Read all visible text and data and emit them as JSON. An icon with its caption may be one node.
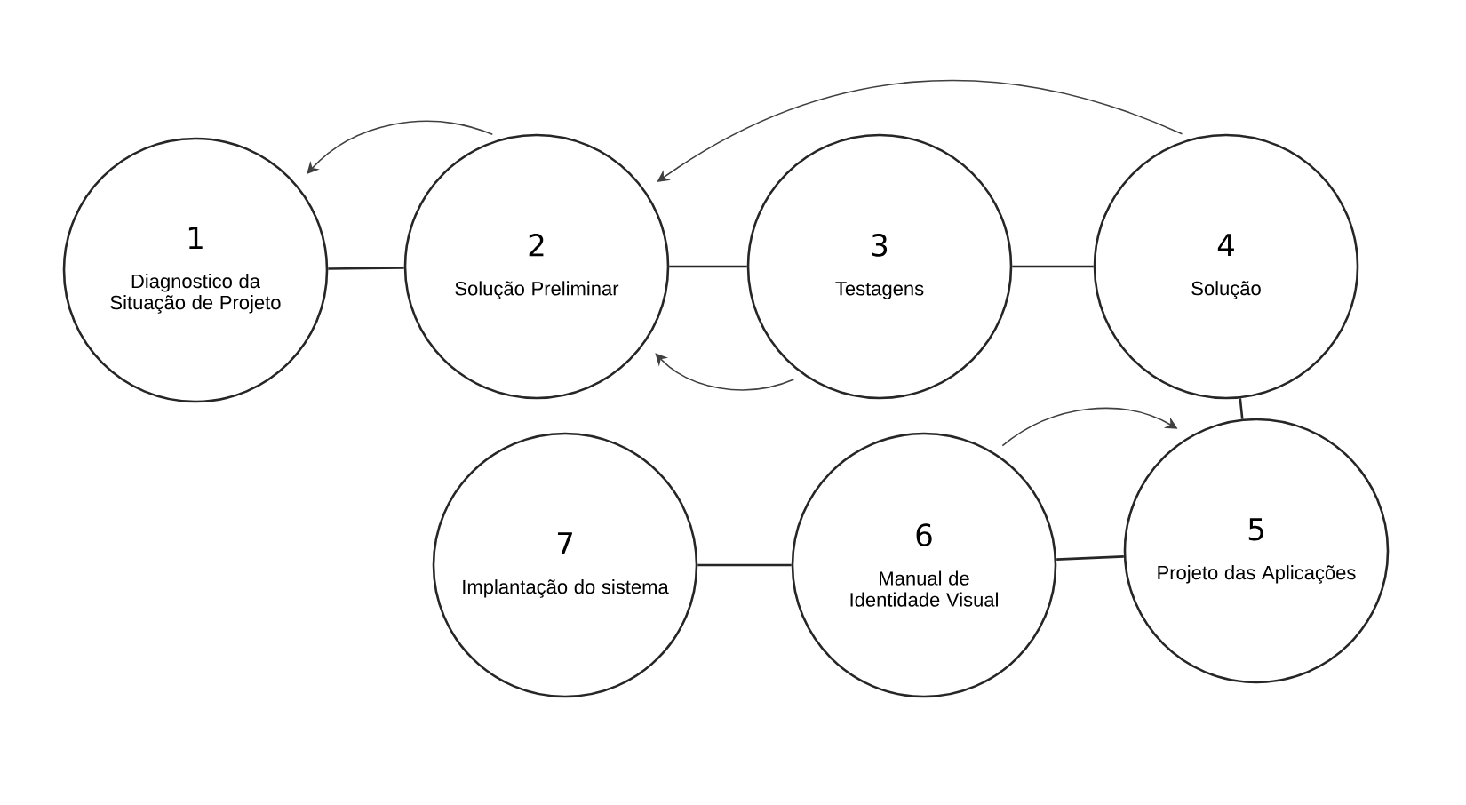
{
  "diagram": {
    "nodes": [
      {
        "text": [
          "1",
          "Diagnostico da Situação de Projeto"
        ]
      },
      {
        "text": [
          "2",
          "Solução Preliminar"
        ]
      },
      {
        "text": [
          "3",
          "Testagens"
        ]
      },
      {
        "text": [
          "4",
          "Solução"
        ]
      },
      {
        "text": [
          "5",
          "Projeto das Aplicações"
        ]
      },
      {
        "text": [
          "6",
          "Manual de Identidade Visual"
        ]
      },
      {
        "text": [
          "7",
          "Implantação do sistema"
        ]
      }
    ],
    "edges": [
      {
        "from": 0,
        "to": 1,
        "arrow": "none"
      },
      {
        "from": 1,
        "to": 2,
        "arrow": "none"
      },
      {
        "from": 2,
        "to": 3,
        "arrow": "none"
      },
      {
        "from": 3,
        "to": 4,
        "arrow": "none"
      },
      {
        "from": 4,
        "to": 5,
        "arrow": "none"
      },
      {
        "from": 5,
        "to": 6,
        "arrow": "none"
      },
      {
        "from": 1,
        "to": 0,
        "arrow": "to"
      },
      {
        "from": 3,
        "to": 1,
        "arrow": "to"
      },
      {
        "from": 2,
        "to": 1,
        "arrow": "to"
      },
      {
        "from": 5,
        "to": 4,
        "arrow": "to"
      }
    ]
  }
}
